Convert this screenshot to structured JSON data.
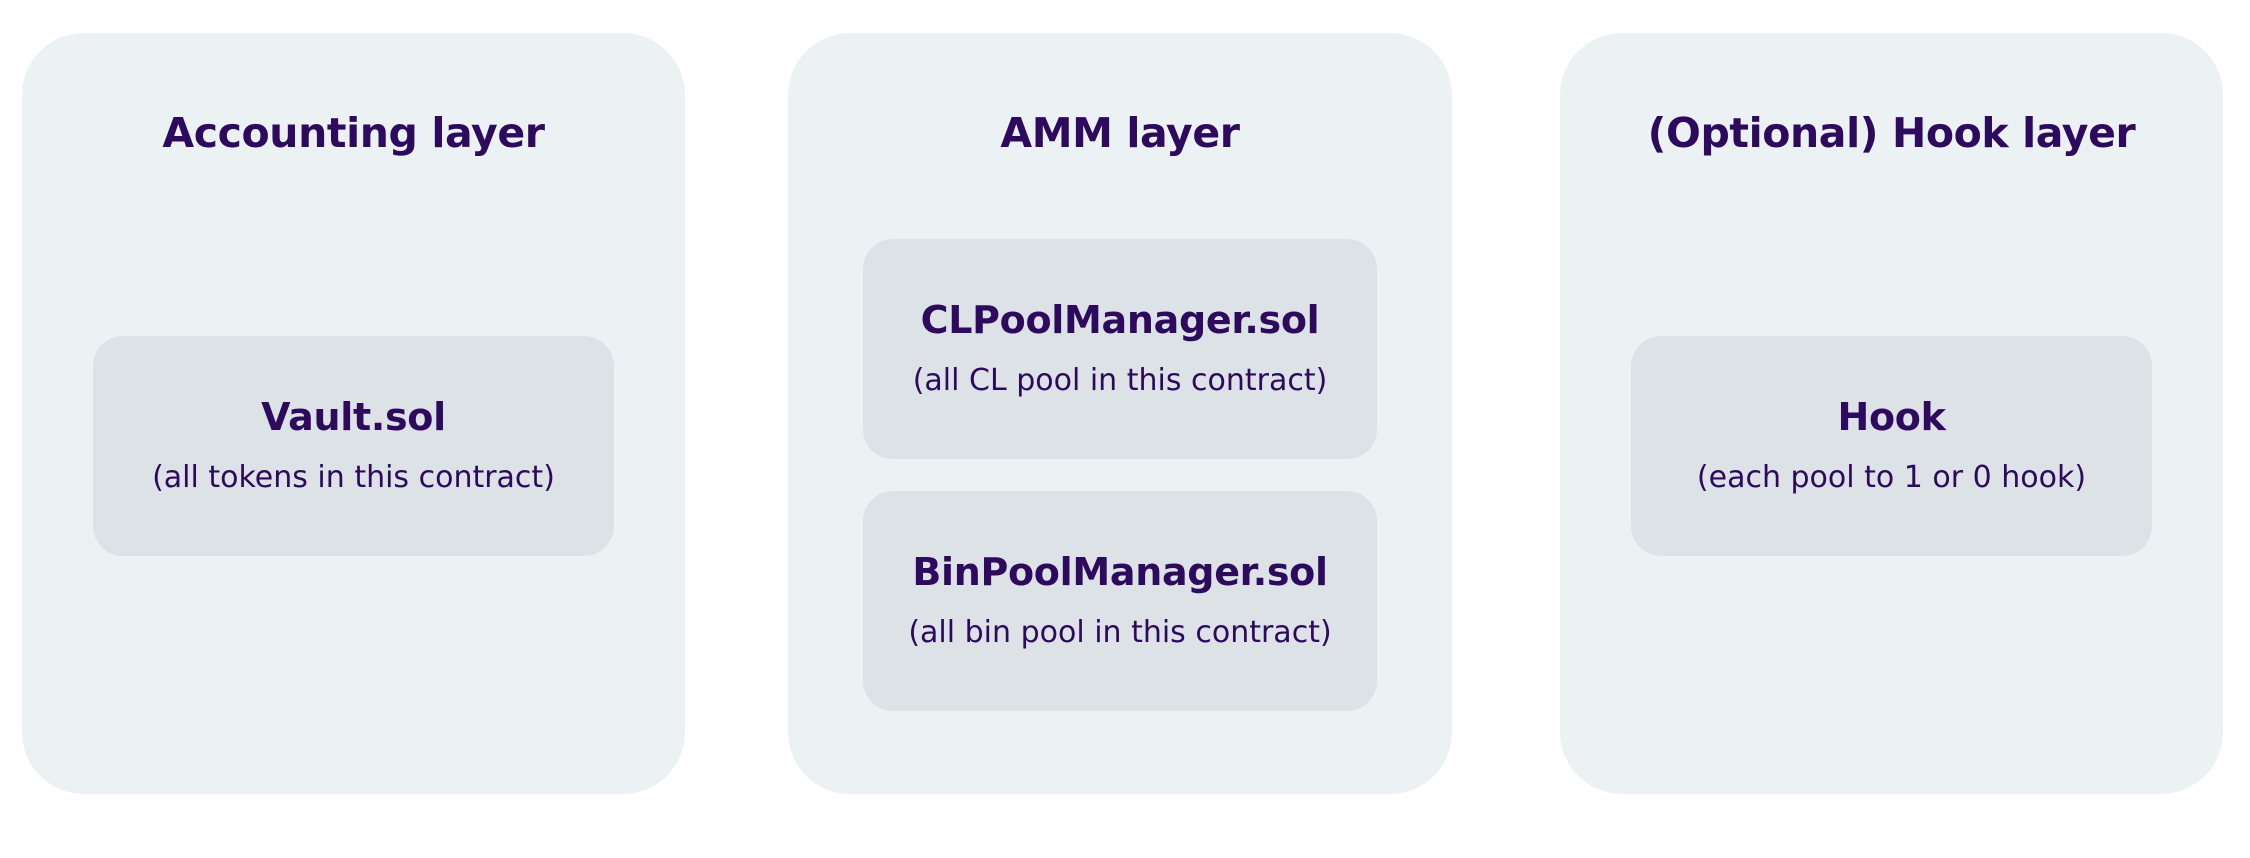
{
  "diagram": {
    "background_color": "#ffffff",
    "card_color": "#ecf1f4",
    "box_color": "#dce2e5",
    "text_color": "#2d0a5e",
    "columns": [
      {
        "id": "accounting-layer",
        "title": "Accounting layer",
        "boxes": [
          {
            "id": "vault-sol",
            "name": "Vault.sol",
            "note": "(all tokens in this contract)"
          }
        ]
      },
      {
        "id": "amm-layer",
        "title": "AMM layer",
        "boxes": [
          {
            "id": "clpoolmanager-sol",
            "name": "CLPoolManager.sol",
            "note": "(all CL pool in this contract)"
          },
          {
            "id": "binpoolmanager-sol",
            "name": "BinPoolManager.sol",
            "note": "(all bin pool in this contract)"
          }
        ]
      },
      {
        "id": "hook-layer",
        "title": "(Optional) Hook layer",
        "boxes": [
          {
            "id": "hook",
            "name": "Hook",
            "note": "(each pool to 1 or 0 hook)"
          }
        ]
      }
    ]
  }
}
